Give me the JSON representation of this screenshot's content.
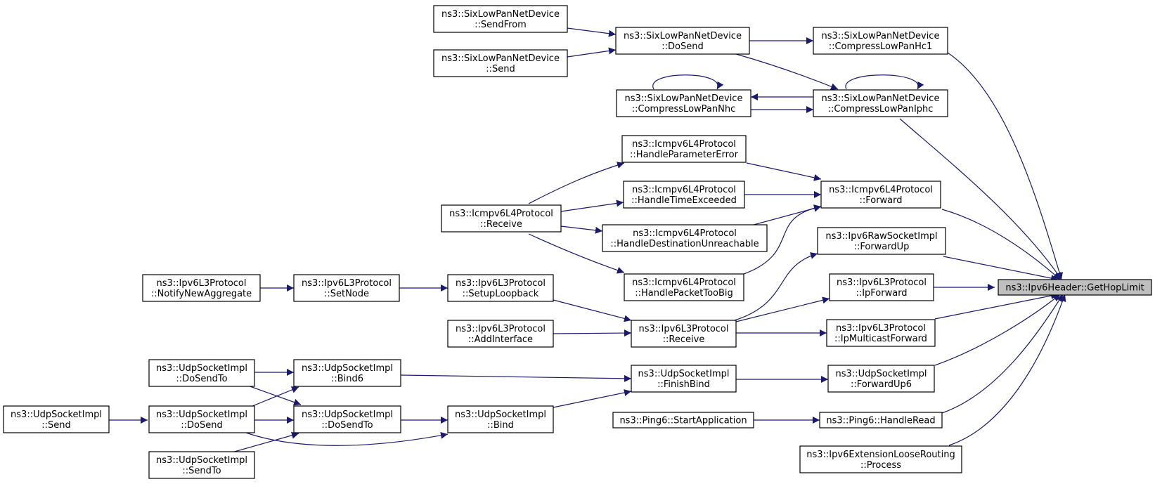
{
  "colors": {
    "edge": "#191970",
    "node_border": "#000000",
    "node_fill": "#ffffff",
    "focus_fill": "#bfbfbf"
  },
  "nodes": {
    "send_from": [
      "ns3::SixLowPanNetDevice",
      "::SendFrom"
    ],
    "sixlow_send": [
      "ns3::SixLowPanNetDevice",
      "::Send"
    ],
    "do_send_6lp": [
      "ns3::SixLowPanNetDevice",
      "::DoSend"
    ],
    "compress_hc1": [
      "ns3::SixLowPanNetDevice",
      "::CompressLowPanHc1"
    ],
    "compress_nhc": [
      "ns3::SixLowPanNetDevice",
      "::CompressLowPanNhc"
    ],
    "compress_iphc": [
      "ns3::SixLowPanNetDevice",
      "::CompressLowPanIphc"
    ],
    "handle_param_error": [
      "ns3::Icmpv6L4Protocol",
      "::HandleParameterError"
    ],
    "handle_time_exceeded": [
      "ns3::Icmpv6L4Protocol",
      "::HandleTimeExceeded"
    ],
    "icmp_receive": [
      "ns3::Icmpv6L4Protocol",
      "::Receive"
    ],
    "handle_dest_unreach": [
      "ns3::Icmpv6L4Protocol",
      "::HandleDestinationUnreachable"
    ],
    "handle_pkt_too_big": [
      "ns3::Icmpv6L4Protocol",
      "::HandlePacketTooBig"
    ],
    "icmp_forward": [
      "ns3::Icmpv6L4Protocol",
      "::Forward"
    ],
    "raw_forward_up": [
      "ns3::Ipv6RawSocketImpl",
      "::ForwardUp"
    ],
    "notify_new_aggregate": [
      "ns3::Ipv6L3Protocol",
      "::NotifyNewAggregate"
    ],
    "set_node": [
      "ns3::Ipv6L3Protocol",
      "::SetNode"
    ],
    "setup_loopback": [
      "ns3::Ipv6L3Protocol",
      "::SetupLoopback"
    ],
    "add_interface": [
      "ns3::Ipv6L3Protocol",
      "::AddInterface"
    ],
    "ipv6_receive": [
      "ns3::Ipv6L3Protocol",
      "::Receive"
    ],
    "ip_forward": [
      "ns3::Ipv6L3Protocol",
      "::IpForward"
    ],
    "ip_multicast_forward": [
      "ns3::Ipv6L3Protocol",
      "::IpMulticastForward"
    ],
    "udp_do_send_to_left": [
      "ns3::UdpSocketImpl",
      "::DoSendTo"
    ],
    "udp_bind6": [
      "ns3::UdpSocketImpl",
      "::Bind6"
    ],
    "udp_send": [
      "ns3::UdpSocketImpl",
      "::Send"
    ],
    "udp_do_send": [
      "ns3::UdpSocketImpl",
      "::DoSend"
    ],
    "udp_do_send_to_mid": [
      "ns3::UdpSocketImpl",
      "::DoSendTo"
    ],
    "udp_send_to": [
      "ns3::UdpSocketImpl",
      "::SendTo"
    ],
    "udp_finish_bind": [
      "ns3::UdpSocketImpl",
      "::FinishBind"
    ],
    "udp_bind": [
      "ns3::UdpSocketImpl",
      "::Bind"
    ],
    "udp_forward_up6": [
      "ns3::UdpSocketImpl",
      "::ForwardUp6"
    ],
    "ping6_start": [
      "ns3::Ping6::StartApplication"
    ],
    "ping6_handle_read": [
      "ns3::Ping6::HandleRead"
    ],
    "loose_routing": [
      "ns3::Ipv6ExtensionLooseRouting",
      "::Process"
    ],
    "get_hop_limit": [
      "ns3::Ipv6Header::GetHopLimit"
    ]
  }
}
